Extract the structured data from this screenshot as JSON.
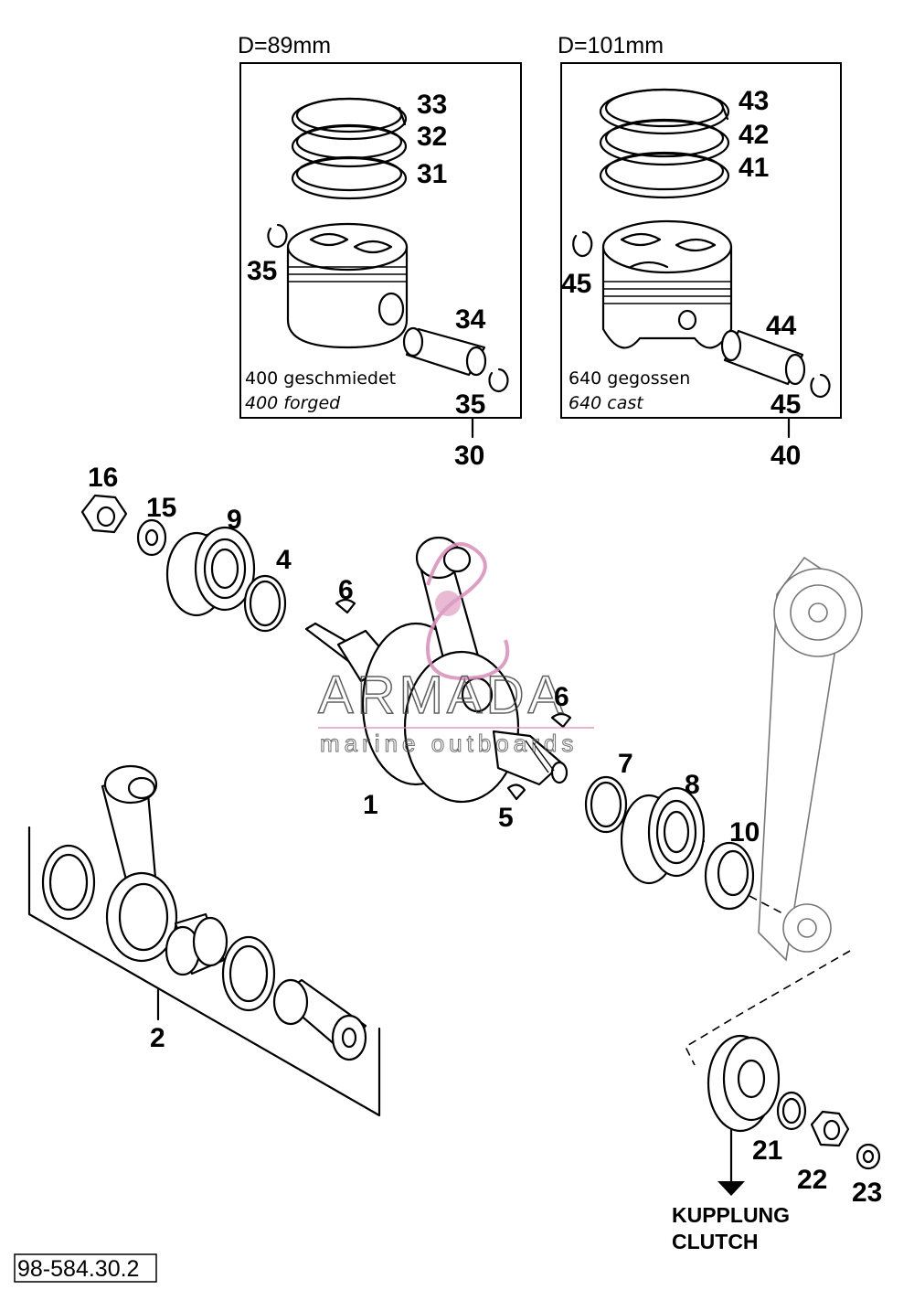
{
  "boxes": {
    "small_bore": {
      "diameter": "D=89mm",
      "note_de": "400 geschmiedet",
      "note_en": "400 forged"
    },
    "large_bore": {
      "diameter": "D=101mm",
      "note_de": "640 gegossen",
      "note_en": "640 cast"
    }
  },
  "callouts": {
    "c33": "33",
    "c32": "32",
    "c31": "31",
    "c35a": "35",
    "c34": "34",
    "c35b": "35",
    "c30": "30",
    "c43": "43",
    "c42": "42",
    "c41": "41",
    "c45a": "45",
    "c44": "44",
    "c45b": "45",
    "c40": "40",
    "c16": "16",
    "c15": "15",
    "c9": "9",
    "c4": "4",
    "c6a": "6",
    "c6b": "6",
    "c1": "1",
    "c5": "5",
    "c7": "7",
    "c8": "8",
    "c10": "10",
    "c2": "2",
    "c21": "21",
    "c22": "22",
    "c23": "23"
  },
  "navigation": {
    "line1": "KUPPLUNG",
    "line2": "CLUTCH"
  },
  "reference_code": "98-584.30.2",
  "watermark": {
    "brand": "ARMADA",
    "tagline": "marine outboards",
    "color": "#d98cb8"
  }
}
